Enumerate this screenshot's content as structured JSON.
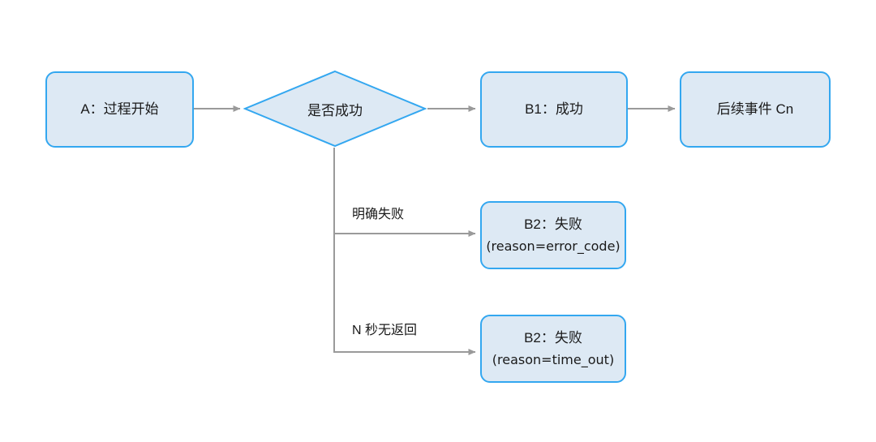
{
  "diagram": {
    "type": "flowchart",
    "background": "#ffffff",
    "node_fill": "#dde9f4",
    "node_stroke": "#33a7f0",
    "edge_color": "#9a9a9a",
    "nodes": {
      "start": {
        "id": "A",
        "label": "A：过程开始"
      },
      "decision": {
        "label": "是否成功"
      },
      "success": {
        "id": "B1",
        "label": "B1：成功"
      },
      "followup": {
        "label": "后续事件 Cn"
      },
      "fail_error": {
        "id": "B2",
        "label": "B2：失败",
        "reason": "(reason=error_code)"
      },
      "fail_timeout": {
        "id": "B2",
        "label": "B2：失败",
        "reason": "(reason=time_out)"
      }
    },
    "edge_labels": {
      "explicit_failure": "明确失败",
      "no_response": "N 秒无返回"
    }
  }
}
